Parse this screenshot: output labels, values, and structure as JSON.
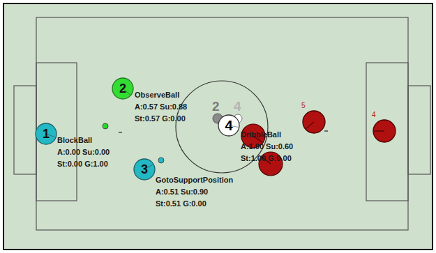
{
  "diagram": {
    "nodes": [
      {
        "text": [
          "1",
          "BlockBall",
          "A:0.00 Su:0.00 St:0.00 G:1.00"
        ]
      },
      {
        "text": [
          "2",
          "ObserveBall",
          "A:0.57 Su:0.88 St:0.57 G:0.00"
        ]
      },
      {
        "text": [
          "3",
          "GotoSupportPosition",
          "A:0.51 Su:0.90 St:0.51 G:0.00"
        ]
      },
      {
        "text": [
          "4",
          "DribbleBall",
          "A:1.00 Su:0.60 St:1.00 G:0.00"
        ]
      },
      {
        "text": [
          "5"
        ]
      },
      {
        "text": [
          "4"
        ]
      }
    ],
    "labels": [
      "2",
      "4"
    ]
  }
}
